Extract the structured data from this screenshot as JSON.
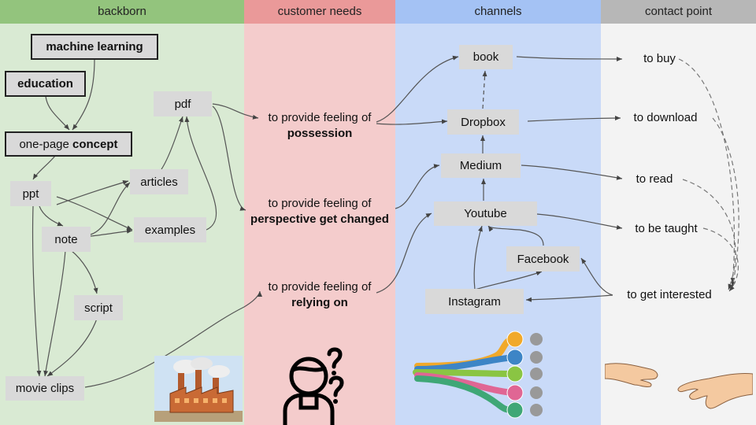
{
  "columns": {
    "backborn": "backborn",
    "needs": "customer needs",
    "channels": "channels",
    "contact": "contact point"
  },
  "colors": {
    "backborn_bg": "#d9ead3",
    "backborn_head": "#93c47d",
    "needs_bg": "#f4cccc",
    "needs_head": "#ea9999",
    "channels_bg": "#c9daf8",
    "channels_head": "#a4c2f4",
    "contact_bg": "#f3f3f3",
    "contact_head": "#b7b7b7",
    "node_bg": "#d9d9d9"
  },
  "backborn": {
    "machine_learning": "machine learning",
    "education": "education",
    "concept_prefix": "one-page ",
    "concept_bold": "concept",
    "ppt": "ppt",
    "note": "note",
    "script": "script",
    "movie_clips": "movie clips",
    "articles": "articles",
    "examples": "examples",
    "pdf": "pdf"
  },
  "needs": {
    "possession_line1": "to provide feeling of",
    "possession_line2": "possession",
    "perspective_line1": "to provide feeling of",
    "perspective_line2": "perspective get changed",
    "relying_line1": "to provide feeling of",
    "relying_line2": "relying on"
  },
  "channels": {
    "book": "book",
    "dropbox": "Dropbox",
    "medium": "Medium",
    "youtube": "Youtube",
    "facebook": "Facebook",
    "instagram": "Instagram"
  },
  "contact": {
    "buy": "to buy",
    "download": "to download",
    "read": "to read",
    "taught": "to be taught",
    "interested": "to get interested"
  },
  "icons": {
    "factory": "factory-icon",
    "thinker": "question-person-icon",
    "channels": "colored-channels-icon",
    "hands": "touching-hands-icon"
  }
}
